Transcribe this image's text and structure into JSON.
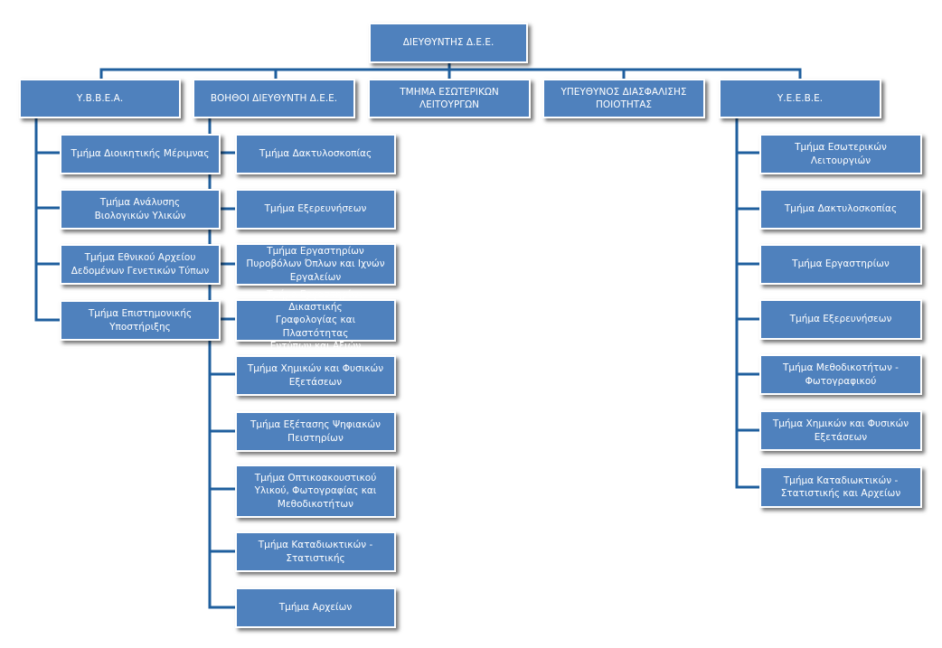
{
  "director": "ΔΙΕΥΘΥΝΤΗΣ  Δ.Ε.Ε.",
  "level1": {
    "ybbea": "Υ.Β.Β.Ε.Α.",
    "assistant": "ΒΟΗΘΟΙ ΔΙΕΥΘΥΝΤΗ  Δ.Ε.Ε.",
    "internal": "ΤΜΗΜΑ ΕΣΩΤΕΡΙΚΩΝ\nΛΕΙΤΟΥΡΓΩΝ",
    "quality": "ΥΠΕΥΘΥΝΟΣ ΔΙΑΣΦΑΛΙΣΗΣ\nΠΟΙΟΤΗΤΑΣ",
    "yeebe": "Υ.Ε.Ε.Β.Ε."
  },
  "ybbea_units": [
    "Τμήμα Διοικητικής Μέριμνας",
    "Τμήμα Ανάλυσης\nΒιολογικών Υλικών",
    "Τμήμα Εθνικού Αρχείου\nΔεδομένων Γενετικών Τύπων",
    "Τμήμα Επιστημονικής\nΥποστήριξης"
  ],
  "assistant_units": [
    "Τμήμα Δακτυλοσκοπίας",
    "Τμήμα Εξερευνήσεων",
    "Τμήμα Εργαστηρίων\nΠυροβόλων Όπλων και Ιχνών\nΕργαλείων",
    "Τμήμα Εργαστηρίων Δικαστικής\nΓραφολογίας και Πλαστότητας\nΕντύπων και Αξιών",
    "Τμήμα Χημικών και Φυσικών\nΕξετάσεων",
    "Τμήμα Εξέτασης Ψηφιακών\nΠειστηρίων",
    "Τμήμα Οπτικοακουστικού\nΥλικού, Φωτογραφίας και\nΜεθοδικοτήτων",
    "Τμήμα Καταδιωκτικών -\nΣτατιστικής",
    "Τμήμα Αρχείων"
  ],
  "yeebe_units": [
    "Τμήμα Εσωτερικών Λειτουργιών",
    "Τμήμα Δακτυλοσκοπίας",
    "Τμήμα Εργαστηρίων",
    "Τμήμα Εξερευνήσεων",
    "Τμήμα Μεθοδικοτήτων -\nΦωτογραφικού",
    "Τμήμα Χημικών και Φυσικών\nΕξετάσεων",
    "Τμήμα Καταδιωκτικών -\nΣτατιστικής και Αρχείων"
  ],
  "colors": {
    "box": "#4f81bd",
    "line": "#1f5f9e",
    "text": "#ffffff"
  }
}
